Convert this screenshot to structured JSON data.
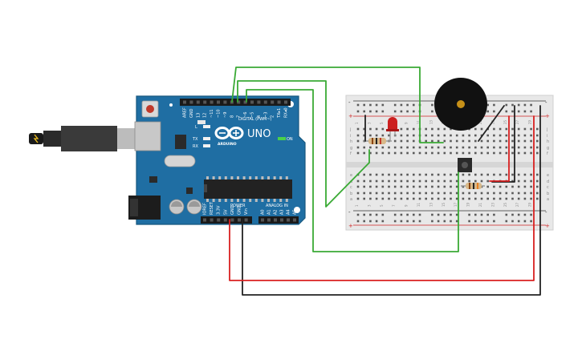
{
  "board": {
    "model": "UNO",
    "brand": "ARDUINO",
    "digital_header": "DIGITAL (PWM~)",
    "power_header": "POWER",
    "analog_header": "ANALOG IN",
    "on_label": "ON",
    "tx_label": "TX",
    "rx_label": "RX",
    "l_label": "L",
    "top_pins": [
      "AREF",
      "GND",
      "13",
      "12",
      "~11",
      "~10",
      "~9",
      "8",
      "7",
      "~6",
      "~5",
      "4",
      "~3",
      "2",
      "TX▸1",
      "RX◂0"
    ],
    "power_pins": [
      "IOREF",
      "RESET",
      "3.3V",
      "5V",
      "GND",
      "GND",
      "Vin"
    ],
    "analog_pins": [
      "A0",
      "A1",
      "A2",
      "A3",
      "A4",
      "A5"
    ]
  },
  "breadboard": {
    "row_letters_top": [
      "j",
      "i",
      "h",
      "g",
      "f"
    ],
    "row_letters_bottom": [
      "e",
      "d",
      "c",
      "b",
      "a"
    ],
    "plus": "+",
    "minus": "-",
    "column_numbers": [
      "1",
      "3",
      "5",
      "7",
      "9",
      "11",
      "13",
      "15",
      "17",
      "19",
      "21",
      "23",
      "25",
      "27",
      "29"
    ]
  },
  "components": {
    "led_color": "#cc1f1f",
    "buzzer_color": "#111111"
  },
  "colors": {
    "board_blue": "#1f6ea3",
    "wire_green": "#3aaa35",
    "wire_red": "#d92020",
    "wire_black": "#222222"
  }
}
